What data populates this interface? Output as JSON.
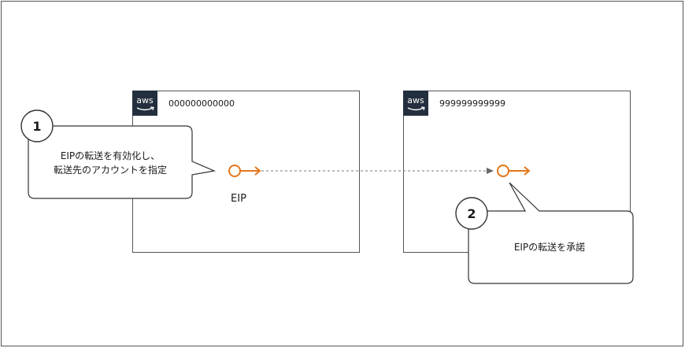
{
  "accounts": {
    "source": {
      "logo_text": "aws",
      "id": "000000000000"
    },
    "target": {
      "logo_text": "aws",
      "id": "999999999999"
    }
  },
  "eip_label": "EIP",
  "steps": [
    {
      "number": "1",
      "text_line1": "EIPの転送を有効化し、",
      "text_line2": "転送先のアカウントを指定"
    },
    {
      "number": "2",
      "text_line1": "EIPの転送を承諾"
    }
  ],
  "colors": {
    "aws_logo_bg": "#232F3E",
    "eip_orange": "#E3761A",
    "border": "#555555",
    "dashed_line": "#777777"
  },
  "icons": {
    "eip": "elastic-ip-icon",
    "aws": "aws-logo-icon"
  }
}
